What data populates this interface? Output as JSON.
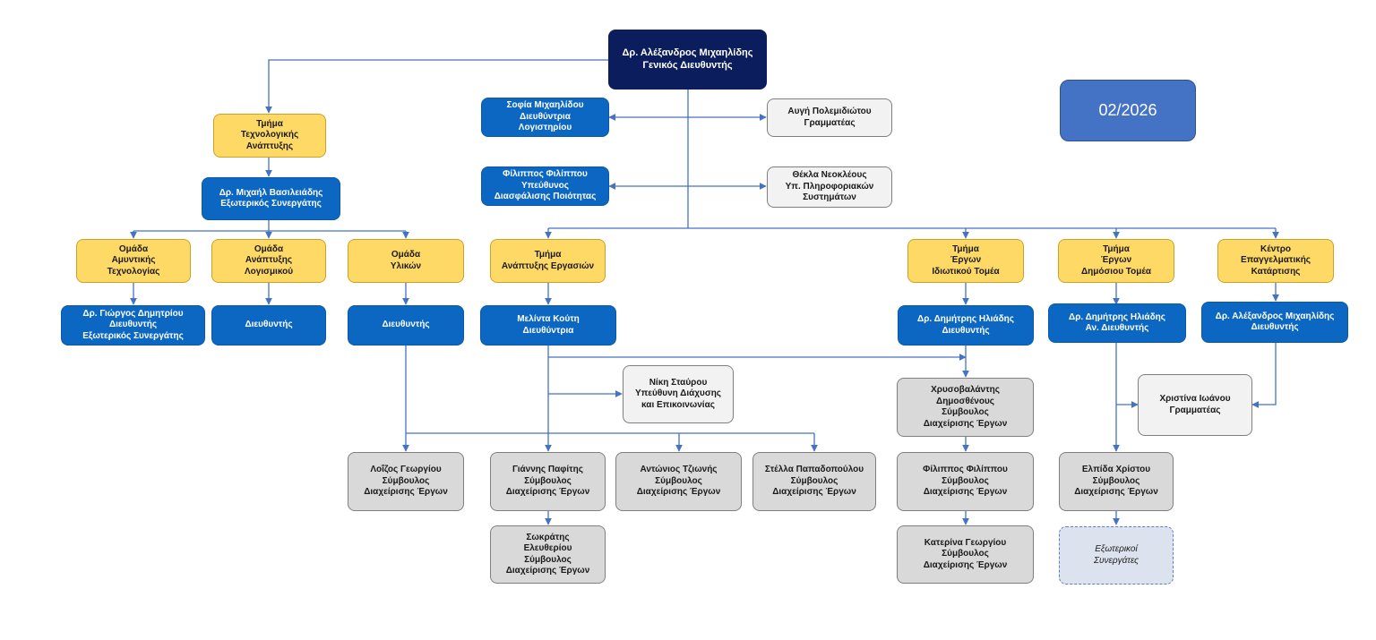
{
  "colors": {
    "director": "#0b1d5c",
    "manager_blue": "#0b67c2",
    "department_yellow": "#ffd966",
    "staff_grey": "#d9d9d9",
    "staff_light": "#f2f2f2",
    "date_badge": "#4472c4",
    "connector": "#4472c4"
  },
  "date_badge": "02/2026",
  "director": "Δρ. Αλέξανδρος Μιχαηλίδης\nΓενικός Διευθυντής",
  "staff": {
    "sofia": "Σοφία Μιχαηλίδου\nΔιευθύντρια\nΛογιστηρίου",
    "avgi": "Αυγή Πολεμιδιώτου\nΓραμματέας",
    "filippos_quality": "Φίλιππος Φιλίππου\nΥπεύθυνος\nΔιασφάλισης Ποιότητας",
    "thekla": "Θέκλα Νεοκλέους\nΥπ. Πληροφοριακών\nΣυστημάτων"
  },
  "departments": {
    "tech": "Τμήμα\nΤεχνολογικής\nΑνάπτυξης",
    "business": "Τμήμα\nΑνάπτυξης Εργασιών",
    "private": "Τμήμα\nΈργων\nΙδιωτικού Τομέα",
    "public": "Τμήμα\nΈργων\nΔημόσιου Τομέα",
    "training": "Κέντρο\nΕπαγγελματικής\nΚατάρτισης"
  },
  "tech_branch": {
    "head": "Δρ. Μιχαήλ Βασιλειάδης\nΕξωτερικός Συνεργάτης",
    "defense_team": "Ομάδα\nΑμυντικής\nΤεχνολογίας",
    "software_team": "Ομάδα\nΑνάπτυξης\nΛογισμικού",
    "materials_team": "Ομάδα\nΥλικών",
    "defense_lead": "Δρ. Γιώργος Δημητρίου\nΔιευθυντής\nΕξωτερικός Συνεργάτης",
    "software_lead": "Διευθυντής",
    "materials_lead": "Διευθυντής"
  },
  "business_branch": {
    "head": "Μελίντα Κούτη\nΔιευθύντρια",
    "niki": "Νίκη Σταύρου\nΥπεύθυνη Διάχυσης\nκαι Επικοινωνίας",
    "loizos": "Λοΐζος Γεωργίου\nΣύμβουλος\nΔιαχείρισης Έργων",
    "giannis": "Γιάννης Παφίτης\nΣύμβουλος\nΔιαχείρισης Έργων",
    "antonios": "Αντώνιος Τζιωνής\nΣύμβουλος\nΔιαχείρισης Έργων",
    "stella": "Στέλλα Παπαδοπούλου\nΣύμβουλος\nΔιαχείρισης Έργων",
    "sokratis": "Σωκράτης\nΕλευθερίου\nΣύμβουλος\nΔιαχείρισης Έργων"
  },
  "private_branch": {
    "head": "Δρ. Δημήτρης Ηλιάδης\nΔιευθυντής",
    "chrysovalantis": "Χρυσοβαλάντης\nΔημοσθένους\nΣύμβουλος\nΔιαχείρισης Έργων",
    "filippos": "Φίλιππος Φιλίππου\nΣύμβουλος\nΔιαχείρισης Έργων",
    "katerina": "Κατερίνα Γεωργίου\nΣύμβουλος\nΔιαχείρισης Έργων"
  },
  "public_branch": {
    "head": "Δρ. Δημήτρης Ηλιάδης\nΑν. Διευθυντής",
    "elpida": "Ελπίδα Χρίστου\nΣύμβουλος\nΔιαχείρισης Έργων",
    "external": "Εξωτερικοί\nΣυνεργάτες"
  },
  "training_branch": {
    "head": "Δρ. Αλέξανδρος Μιχαηλίδης\nΔιευθυντής",
    "christina": "Χριστίνα Ιωάνου\nΓραμματέας"
  }
}
